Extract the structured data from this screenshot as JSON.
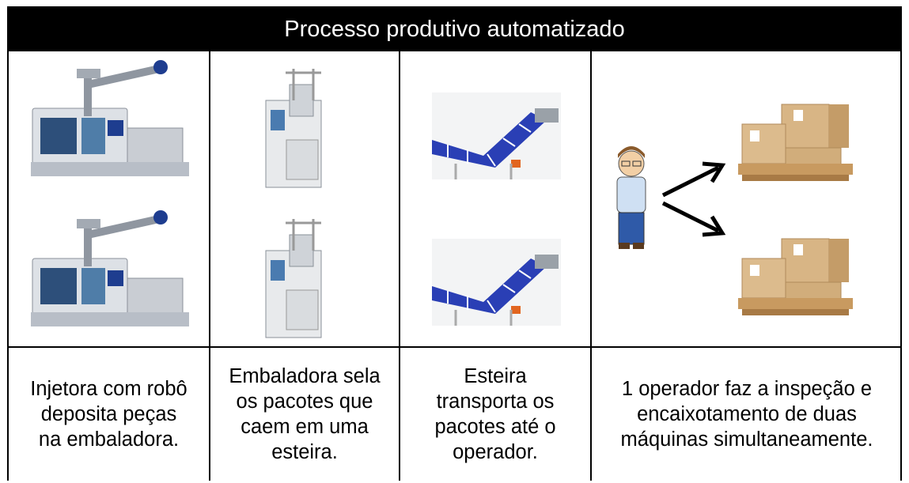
{
  "title": "Processo produtivo automatizado",
  "columns": [
    {
      "caption": "Injetora com robô\ndeposita peças\nna embaladora.",
      "image": "injection-molding-machine-with-robot"
    },
    {
      "caption": "Embaladora sela\nos pacotes que\ncaem em uma\nesteira.",
      "image": "packaging-machine"
    },
    {
      "caption": "Esteira\ntransporta os\npacotes até o\noperador.",
      "image": "conveyor-belt"
    },
    {
      "caption": "1 operador faz a inspeção e\nencaixotamento de duas\nmáquinas simultaneamente.",
      "image": "operator-boxes"
    }
  ],
  "colors": {
    "header_bg": "#000000",
    "belt": "#2a3fb5",
    "box": "#d8b585",
    "machine_blue": "#1e3d8f"
  }
}
